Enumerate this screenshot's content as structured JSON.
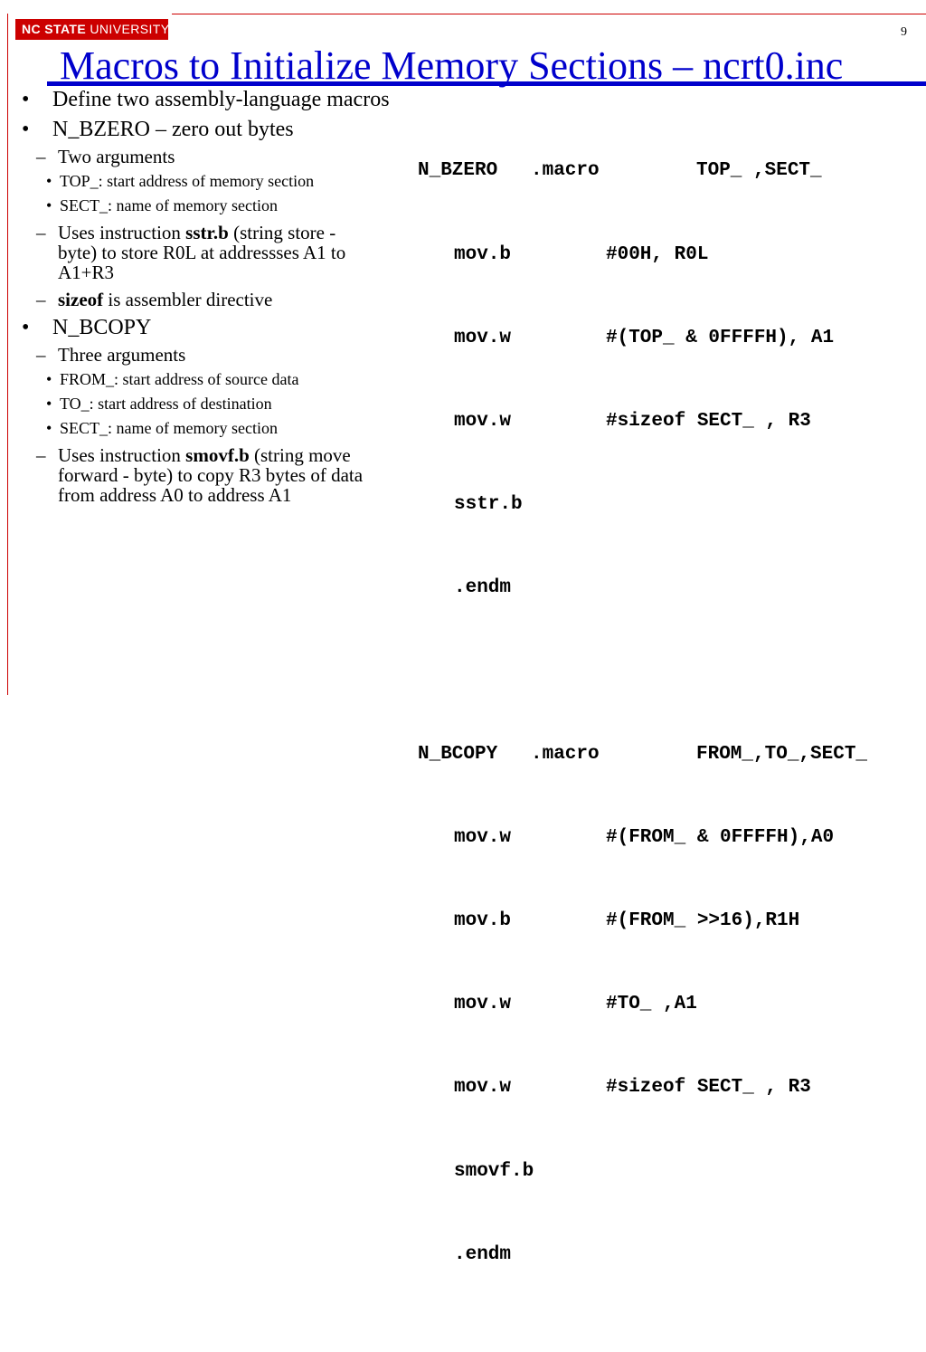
{
  "logo": {
    "strong": "NC STATE",
    "light": " UNIVERSITY"
  },
  "page_number": "9",
  "title": "Macros to Initialize Memory Sections – ncrt0.inc",
  "colors": {
    "brand_red": "#cc0000",
    "title_blue": "#0000cc"
  },
  "bullets": {
    "b1": "Define two assembly-language macros",
    "b2": "N_BZERO – zero out bytes",
    "b2_sub1": "Two arguments",
    "b2_sub1_i1": "TOP_: start address of memory section",
    "b2_sub1_i2": "SECT_: name of memory section",
    "b2_sub2_pre": "Uses instruction ",
    "b2_sub2_bold": "sstr.b",
    "b2_sub2_post": " (string store - byte) to store R0L at addressses A1 to A1+R3",
    "b2_sub3_bold": "sizeof",
    "b2_sub3_post": " is assembler directive",
    "b3": "N_BCOPY",
    "b3_sub1": "Three arguments",
    "b3_sub1_i1": "FROM_: start address of source data",
    "b3_sub1_i2": "TO_: start address of destination",
    "b3_sub1_i3": "SECT_: name of memory section",
    "b3_sub2_pre": "Uses instruction ",
    "b3_sub2_bold": "smovf.b",
    "b3_sub2_post": " (string move forward - byte) to copy R3 bytes of data from address A0 to address A1"
  },
  "code": {
    "bzero": {
      "name": "N_BZERO",
      "op": ".macro",
      "arg": "TOP_ ,SECT_",
      "lines": [
        {
          "ins": "mov.b",
          "arg": "#00H, R0L"
        },
        {
          "ins": "mov.w",
          "arg": "#(TOP_ & 0FFFFH), A1"
        },
        {
          "ins": "mov.w",
          "arg": "#sizeof SECT_ , R3"
        },
        {
          "ins": "sstr.b",
          "arg": ""
        },
        {
          "ins": ".endm",
          "arg": ""
        }
      ]
    },
    "bcopy": {
      "name": "N_BCOPY",
      "op": ".macro",
      "arg": "FROM_,TO_,SECT_",
      "lines": [
        {
          "ins": "mov.w",
          "arg": "#(FROM_ & 0FFFFH),A0"
        },
        {
          "ins": "mov.b",
          "arg": "#(FROM_ >>16),R1H"
        },
        {
          "ins": "mov.w",
          "arg": "#TO_ ,A1"
        },
        {
          "ins": "mov.w",
          "arg": "#sizeof SECT_ , R3"
        },
        {
          "ins": "smovf.b",
          "arg": ""
        },
        {
          "ins": ".endm",
          "arg": ""
        }
      ]
    }
  }
}
